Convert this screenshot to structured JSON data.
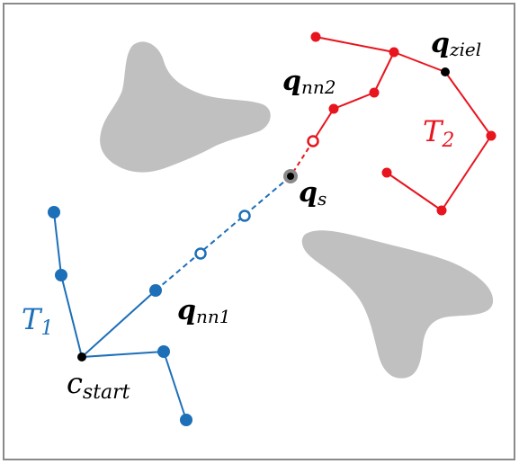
{
  "colors": {
    "blue": "#1d6fb8",
    "red": "#e8141e",
    "obstacle": "#c0c0c0",
    "frame": "#8a8a8a",
    "node_black": "#000000"
  },
  "labels": {
    "q_ziel_main": "q",
    "q_ziel_sub": "ziel",
    "q_nn2_main": "q",
    "q_nn2_sub": "nn2",
    "T2_main": "T",
    "T2_sub": "2",
    "q_s_main": "q",
    "q_s_sub": "s",
    "T1_main": "T",
    "T1_sub": "1",
    "q_nn1_main": "q",
    "q_nn1_sub": "nn1",
    "c_start_main": "c",
    "c_start_sub": "start"
  },
  "icons": {
    "tree_blue": "tree-T1-icon",
    "tree_red": "tree-T2-icon",
    "obstacle": "obstacle-shape-icon"
  }
}
